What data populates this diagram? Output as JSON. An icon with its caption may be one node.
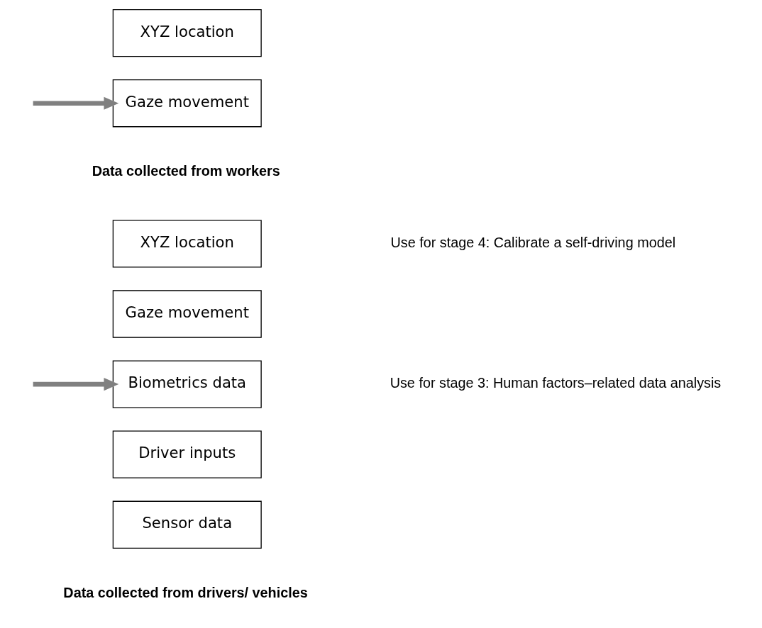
{
  "diagram": {
    "nodes": [
      {
        "text": [
          "XYZ location"
        ]
      },
      {
        "text": [
          "Gaze movement"
        ]
      },
      {
        "text": [
          "XYZ location"
        ]
      },
      {
        "text": [
          "Gaze movement"
        ]
      },
      {
        "text": [
          "Biometrics data"
        ]
      },
      {
        "text": [
          "Driver inputs"
        ]
      },
      {
        "text": [
          "Sensor data"
        ]
      }
    ],
    "edges": [
      {
        "from": null,
        "to": 1,
        "arrow": "to"
      },
      {
        "from": null,
        "to": 4,
        "arrow": "to"
      }
    ],
    "labels": [
      "Data collected from workers",
      "Use for stage 4: Calibrate a self-driving model",
      "Use for stage 3: Human factors–related data analysis",
      "Data collected from drivers/ vehicles"
    ]
  }
}
